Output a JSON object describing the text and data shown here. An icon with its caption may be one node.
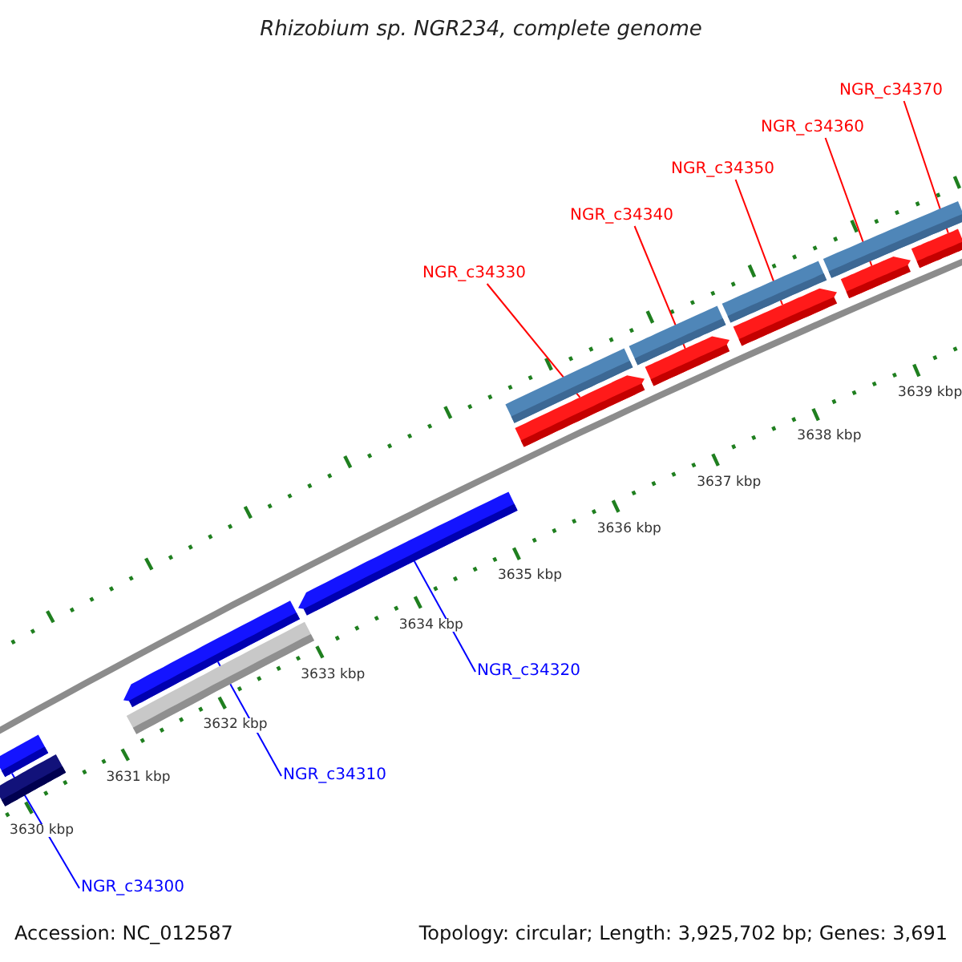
{
  "diagram": {
    "title": "Rhizobium sp. NGR234, complete genome",
    "nodes": [
      {
        "text": [
          "NGR_c34370"
        ]
      },
      {
        "text": [
          "NGR_c34360"
        ]
      },
      {
        "text": [
          "NGR_c34350"
        ]
      },
      {
        "text": [
          "NGR_c34340"
        ]
      },
      {
        "text": [
          "NGR_c34330"
        ]
      },
      {
        "text": [
          "NGR_c34320"
        ]
      },
      {
        "text": [
          "NGR_c34310"
        ]
      },
      {
        "text": [
          "NGR_c34300"
        ]
      },
      {
        "text": [],
        "shape": "arrow"
      },
      {
        "text": [],
        "shape": "arrow"
      },
      {
        "text": [],
        "shape": "arrow"
      },
      {
        "text": [],
        "shape": "arrow"
      },
      {
        "text": [],
        "shape": "arrow"
      },
      {
        "text": [],
        "shape": "arrow"
      },
      {
        "text": [],
        "shape": "arrow"
      },
      {
        "text": [],
        "shape": "arrow"
      }
    ],
    "edges": [
      {
        "from": 0,
        "to": 12,
        "arrow": "none"
      },
      {
        "from": 1,
        "to": 11,
        "arrow": "none"
      },
      {
        "from": 2,
        "to": 10,
        "arrow": "none"
      },
      {
        "from": 3,
        "to": 9,
        "arrow": "none"
      },
      {
        "from": 4,
        "to": 8,
        "arrow": "none"
      },
      {
        "from": 5,
        "to": 13,
        "arrow": "none",
        "color": "#0000ff"
      },
      {
        "from": 6,
        "to": 14,
        "arrow": "none",
        "color": "#0000ff"
      },
      {
        "from": 7,
        "to": 15,
        "arrow": "none",
        "color": "#0000ff"
      }
    ],
    "labels": [
      "3639 kbp",
      "3638 kbp",
      "3637 kbp",
      "3636 kbp",
      "3635 kbp",
      "3634 kbp",
      "3633 kbp",
      "3632 kbp",
      "3631 kbp",
      "3630 kbp",
      "Accession: NC_012587",
      "Topology: circular; Length: 3,925,702 bp; Genes: 3,691"
    ]
  }
}
